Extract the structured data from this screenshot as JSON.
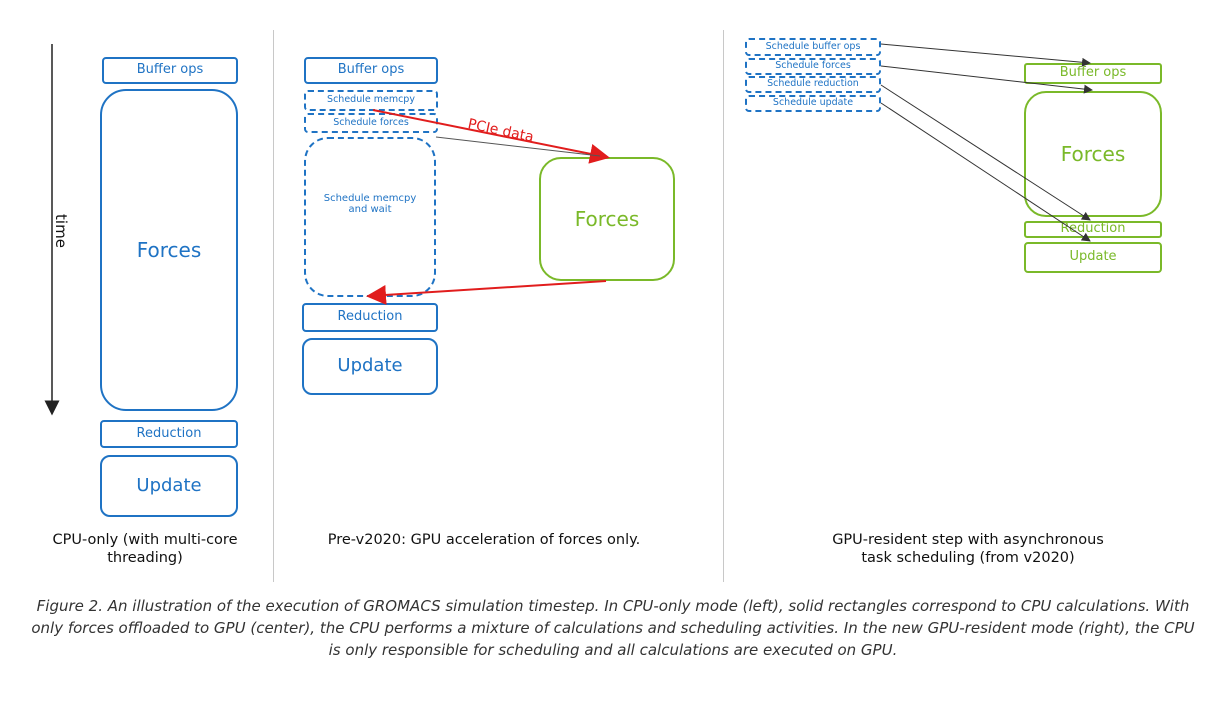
{
  "axis": {
    "time_label": "time"
  },
  "left": {
    "buffer_ops": "Buffer ops",
    "forces": "Forces",
    "reduction": "Reduction",
    "update": "Update",
    "caption": "CPU-only (with multi-core threading)"
  },
  "center": {
    "buffer_ops": "Buffer ops",
    "schedule_memcpy": "Schedule memcpy",
    "schedule_forces": "Schedule forces",
    "schedule_memcpy_wait": "Schedule memcpy and wait",
    "gpu_forces": "Forces",
    "reduction": "Reduction",
    "update": "Update",
    "pcie_label": "PCIe data",
    "caption": "Pre-v2020: GPU acceleration of forces only."
  },
  "right": {
    "schedule_buffer_ops": "Schedule buffer ops",
    "schedule_forces": "Schedule forces",
    "schedule_reduction": "Schedule reduction",
    "schedule_update": "Schedule update",
    "gpu_buffer_ops": "Buffer ops",
    "gpu_forces": "Forces",
    "gpu_reduction": "Reduction",
    "gpu_update": "Update",
    "caption": "GPU-resident step with asynchronous task scheduling (from v2020)"
  },
  "figure_caption": "Figure 2. An illustration of the execution of GROMACS simulation timestep. In CPU-only mode (left), solid rectangles correspond to CPU calculations. With only forces offloaded to GPU (center), the CPU performs a mixture of calculations and scheduling activities. In the new GPU-resident mode (right), the CPU is only responsible for scheduling and all calculations are executed on GPU.",
  "colors": {
    "cpu": "#1f73c4",
    "gpu": "#7ab929",
    "pcie": "#e11d1d",
    "arrow": "#555555"
  }
}
